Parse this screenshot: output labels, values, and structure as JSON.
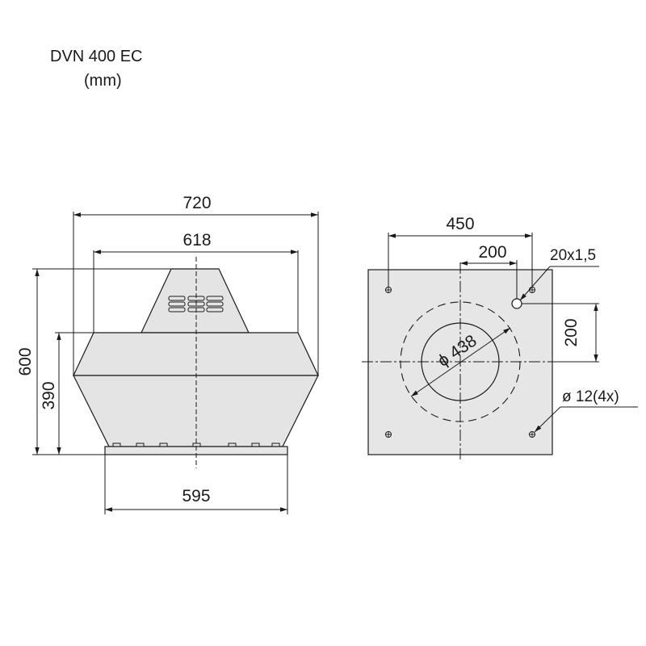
{
  "header": {
    "model": "DVN 400 EC",
    "unit": "(mm)"
  },
  "side_view": {
    "overall_width": "720",
    "top_width": "618",
    "overall_height": "600",
    "body_height": "390",
    "base_width": "595"
  },
  "top_view": {
    "bolt_spacing": "450",
    "hole_offset_x": "200",
    "hole_offset_y": "200",
    "cable_hole": "20x1,5",
    "outlet_diameter": "ϕ 438",
    "mount_holes": "ø 12(4x)"
  }
}
